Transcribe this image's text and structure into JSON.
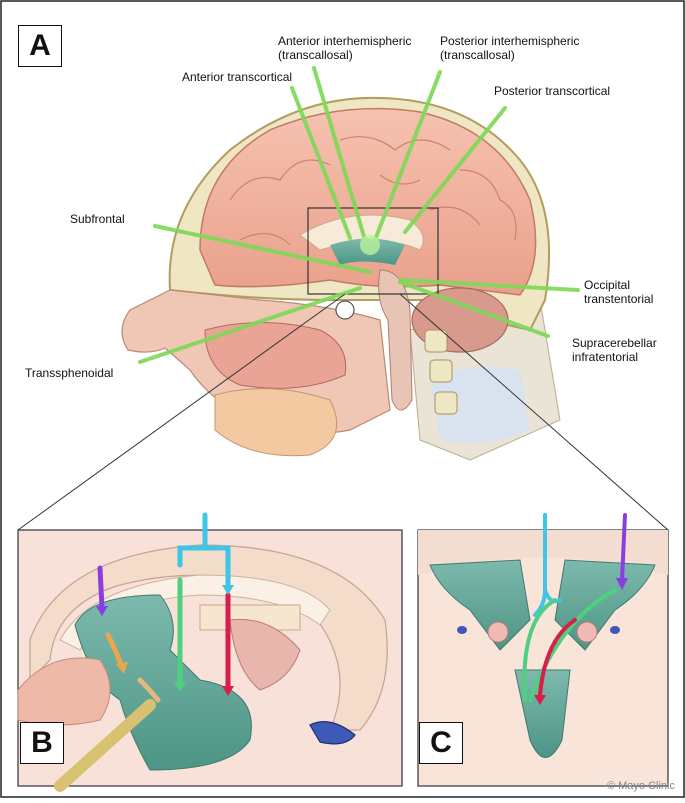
{
  "panels": {
    "a": "A",
    "b": "B",
    "c": "C"
  },
  "labels": {
    "anterior_transcortical": "Anterior transcortical",
    "anterior_interhemispheric": "Anterior interhemispheric\n(transcallosal)",
    "posterior_interhemispheric": "Posterior interhemispheric\n(transcallosal)",
    "posterior_transcortical": "Posterior transcortical",
    "subfrontal": "Subfrontal",
    "occipital_transtentorial": "Occipital\ntranstentorial",
    "supracerebellar_infratentorial": "Supracerebellar\ninfratentorial",
    "transsphenoidal": "Transsphenoidal"
  },
  "credit": "© Mayo Clinic",
  "colors": {
    "approach_green": "#7ed957",
    "cortex": "#f2b3a0",
    "ventricle": "#5fa597",
    "skull": "#efe6c4",
    "arrow_cyan": "#3fc6e6",
    "arrow_green": "#4fd07f",
    "arrow_red": "#d61f4a",
    "arrow_purple": "#8a3ee0",
    "arrow_orange": "#eaa64c"
  }
}
